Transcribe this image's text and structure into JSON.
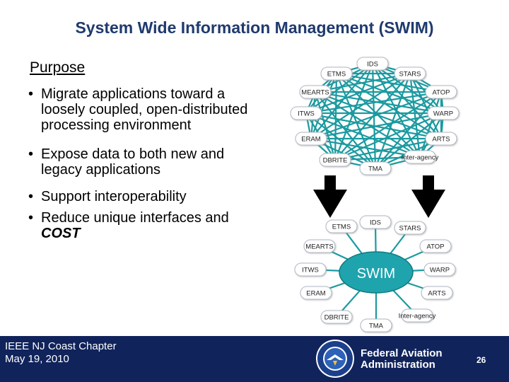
{
  "title": "System Wide Information Management (SWIM)",
  "purpose_heading": "Purpose",
  "bullets": {
    "b1": "Migrate applications toward a loosely coupled, open-distributed processing environment",
    "b2": "Expose data to both new and legacy applications",
    "b3": "Support interoperability",
    "b4_prefix": "Reduce unique interfaces and ",
    "b4_emph": "COST"
  },
  "top_network": {
    "nodes": [
      "IDS",
      "STARS",
      "ATOP",
      "WARP",
      "ARTS",
      "Inter-agency",
      "TMA",
      "DBRITE",
      "ERAM",
      "ITWS",
      "MEARTS",
      "ETMS"
    ]
  },
  "bottom_network": {
    "hub_label": "SWIM",
    "nodes": [
      "IDS",
      "STARS",
      "ATOP",
      "WARP",
      "ARTS",
      "Inter-agency",
      "TMA",
      "DBRITE",
      "ERAM",
      "ITWS",
      "MEARTS",
      "ETMS"
    ]
  },
  "colors": {
    "mesh": "#1a9aa0",
    "hub": "#1fa4ad",
    "footer": "#10235b",
    "title": "#1f3a6e"
  },
  "footer": {
    "org_line1": "IEEE NJ Coast Chapter",
    "org_line2": "May 19, 2010",
    "faa_line1": "Federal Aviation",
    "faa_line2": "Administration",
    "page_number": "26"
  }
}
